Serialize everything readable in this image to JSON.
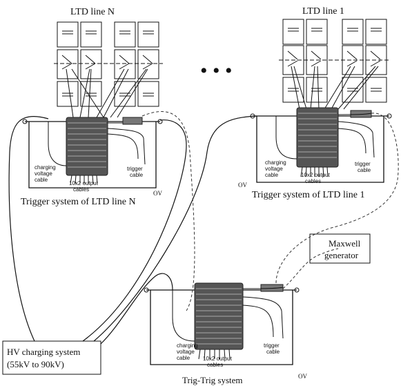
{
  "labels": {
    "ltd_line_n": "LTD line N",
    "ltd_line_1": "LTD line 1",
    "trigger_n": "Trigger system of LTD line N",
    "trigger_1": "Trigger system of LTD line 1",
    "trig_trig": "Trig-Trig system",
    "ov": "OV",
    "charging_1": "charging",
    "charging_2": "voltage",
    "charging_3": "cable",
    "output_1": "10x2 output",
    "output_2": "cables",
    "trigger_cable_1": "trigger",
    "trigger_cable_2": "cable",
    "maxwell_1": "Maxwell",
    "maxwell_2": "generator",
    "hv_1": "HV charging system",
    "hv_2": "(55kV to 90kV)",
    "ellipsis": "• • •"
  }
}
